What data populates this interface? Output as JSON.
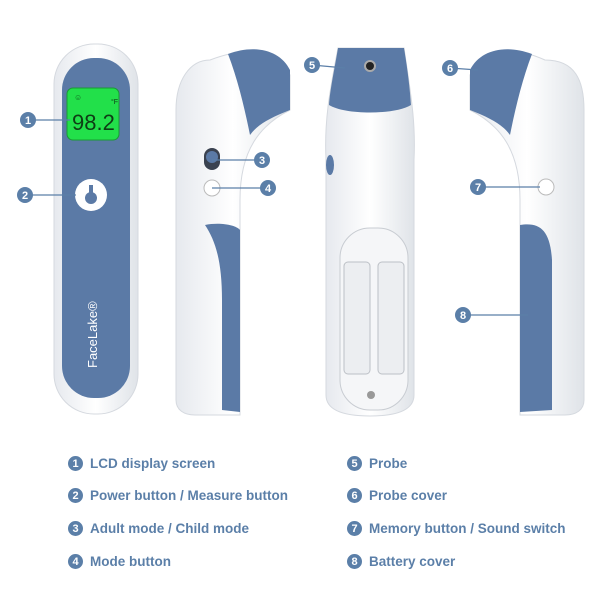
{
  "colors": {
    "accent": "#5b7fa8",
    "body_blue": "#5b7aa6",
    "lcd_green": "#22e04a",
    "white": "#ffffff"
  },
  "device": {
    "brand": "FaceLake®",
    "lcd_reading": "98.2",
    "lcd_unit": "°F"
  },
  "callouts": [
    "1",
    "2",
    "3",
    "4",
    "5",
    "6",
    "7",
    "8"
  ],
  "legend": [
    {
      "num": "1",
      "label": "LCD display screen"
    },
    {
      "num": "2",
      "label": "Power button / Measure button"
    },
    {
      "num": "3",
      "label": "Adult mode / Child mode"
    },
    {
      "num": "4",
      "label": "Mode button"
    },
    {
      "num": "5",
      "label": "Probe"
    },
    {
      "num": "6",
      "label": "Probe cover"
    },
    {
      "num": "7",
      "label": "Memory button / Sound switch"
    },
    {
      "num": "8",
      "label": "Battery cover"
    }
  ]
}
